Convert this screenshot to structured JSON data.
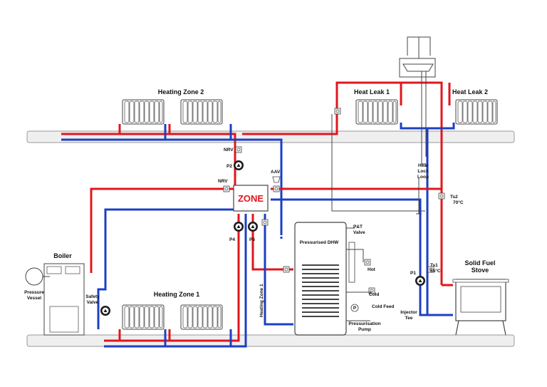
{
  "labels": {
    "heating_zone_2": "Heating Zone 2",
    "heating_zone_1": "Heating Zone 1",
    "heat_leak_1": "Heat Leak 1",
    "heat_leak_2": "Heat Leak 2",
    "boiler": "Boiler",
    "pressure_vessel_1": "Pressure",
    "pressure_vessel_2": "Vessel",
    "safety_valve_1": "Safety",
    "safety_valve_2": "Valve",
    "nrv_top": "NRV",
    "nrv_left": "NRV",
    "p2": "P2",
    "aav": "AAV",
    "zone": "ZONE",
    "p4": "P4",
    "p5": "P5",
    "heating_zone_1_vertical": "Heating Zone 1",
    "heat_lock_loop_1": "Heat",
    "heat_lock_loop_2": "Lock",
    "heat_lock_loop_3": "Loop",
    "ts2_1": "Ts2",
    "ts2_2": "70°C",
    "pt_valve_1": "P&T",
    "pt_valve_2": "Valve",
    "pressurised_dhw": "Pressurised DHW",
    "hot": "Hot",
    "cold": "Cold",
    "cold_feed": "Cold Feed",
    "pressurisation_pump_1": "Pressurisation",
    "pressurisation_pump_2": "Pump",
    "ts1_1": "Ts1",
    "ts1_2": "55°C",
    "p1": "P1",
    "injector_tee_1": "Injector",
    "injector_tee_2": "Tee",
    "solid_fuel_stove_1": "Solid Fuel",
    "solid_fuel_stove_2": "Stove",
    "gauge_p": "P"
  },
  "colors": {
    "flow": "#e0161e",
    "return": "#1c3fc4",
    "outline": "#444444",
    "floor": "#efefef"
  },
  "icons": [
    "radiator-icon",
    "pump-icon",
    "valve-icon",
    "boiler-icon",
    "stove-icon",
    "cylinder-icon",
    "header-tank-icon",
    "pressure-vessel-icon"
  ]
}
